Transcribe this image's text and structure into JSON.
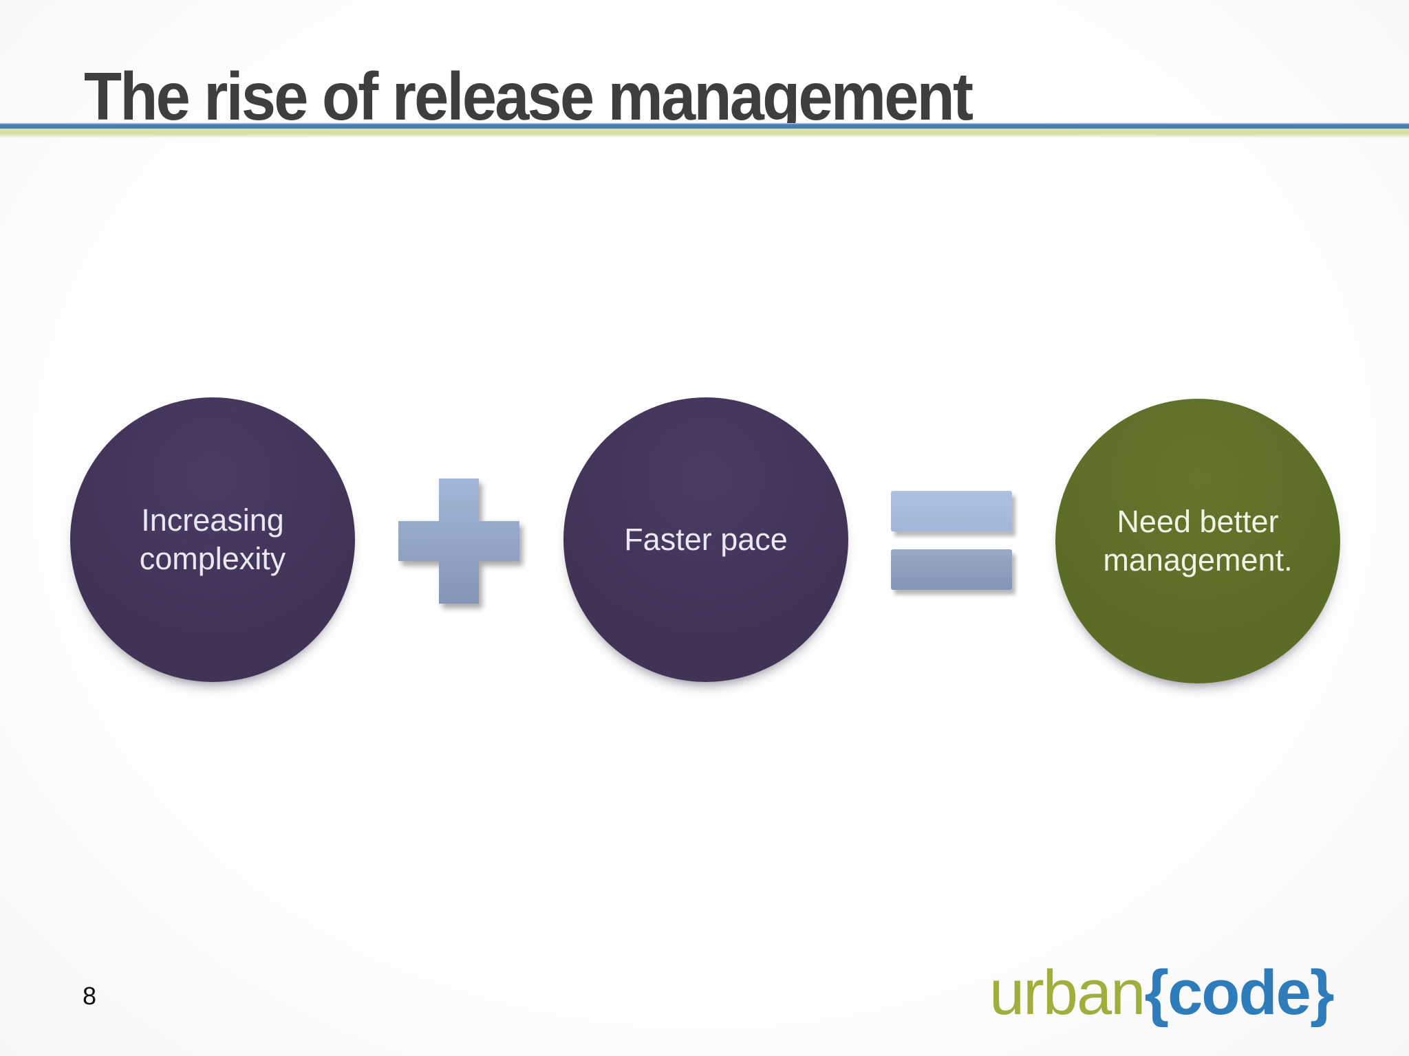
{
  "title": "The rise of release management",
  "page_number": "8",
  "diagram": {
    "circle1": {
      "line1": "Increasing",
      "line2": "complexity"
    },
    "operator1": "plus",
    "circle2": {
      "line1": "Faster pace"
    },
    "operator2": "equals",
    "circle3": {
      "line1": "Need better",
      "line2": "management."
    }
  },
  "logo": {
    "urban": "urban",
    "brace_open": "{",
    "code": "code",
    "brace_close": "}"
  },
  "colors": {
    "title-color": "#3e3e3e",
    "divider-blue": "#4a7cba",
    "divider-green": "#d8dfa4",
    "circle-purple": "#413355",
    "circle-green": "#5a6c26",
    "circle-text": "#ece8f3",
    "operator-light": "#a3b6d9",
    "operator-dark": "#8595b6",
    "logo-green": "#a0ae3c",
    "logo-blue": "#2e7cba"
  }
}
